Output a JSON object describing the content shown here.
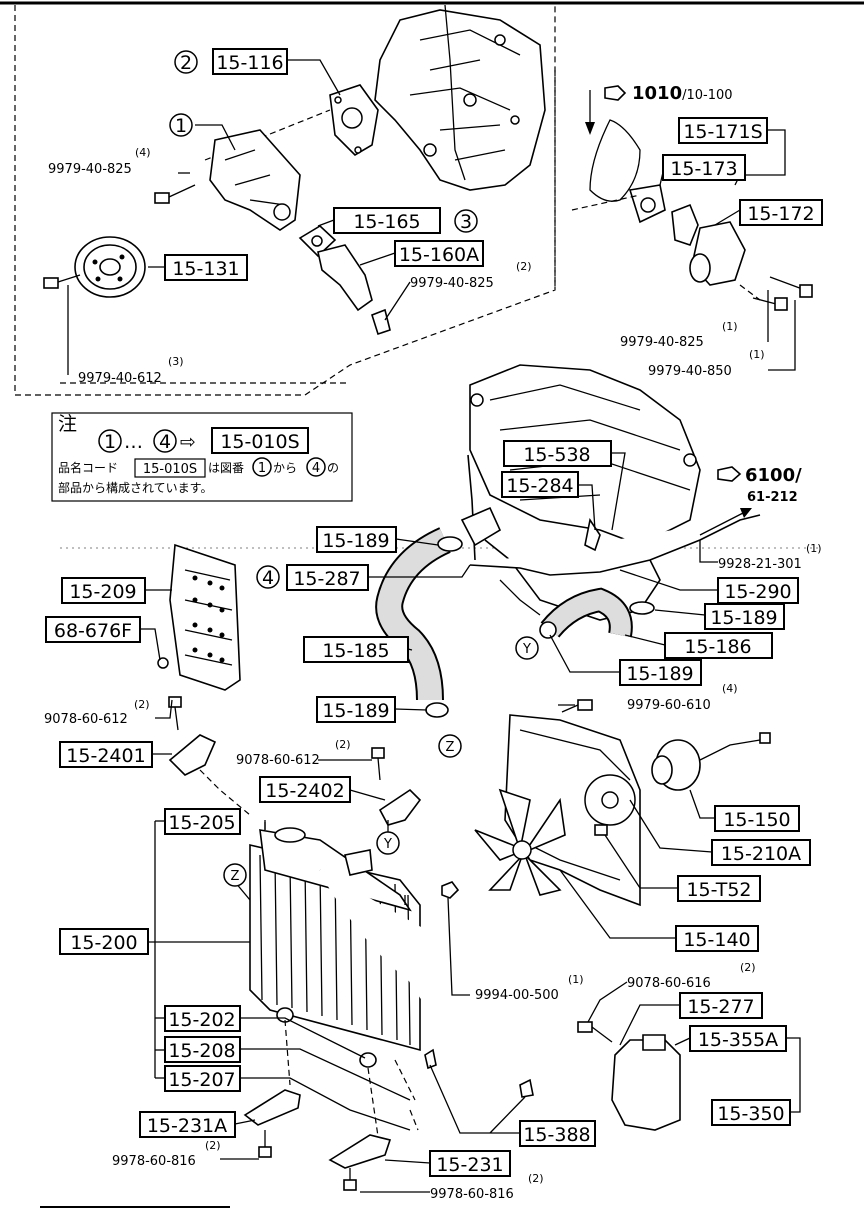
{
  "callouts": {
    "p_15_116": {
      "label": "15-116",
      "ref": "2"
    },
    "p_15_171S": {
      "label": "15-171S"
    },
    "p_15_173": {
      "label": "15-173"
    },
    "p_15_172": {
      "label": "15-172"
    },
    "p_15_165": {
      "label": "15-165",
      "ref": "3"
    },
    "p_15_160A": {
      "label": "15-160A"
    },
    "p_15_131": {
      "label": "15-131"
    },
    "p_15_538": {
      "label": "15-538"
    },
    "p_15_284": {
      "label": "15-284"
    },
    "p_15_189_a": {
      "label": "15-189"
    },
    "p_15_287": {
      "label": "15-287",
      "ref": "4"
    },
    "p_15_290": {
      "label": "15-290"
    },
    "p_15_189_b": {
      "label": "15-189"
    },
    "p_15_186": {
      "label": "15-186"
    },
    "p_15_189_c": {
      "label": "15-189"
    },
    "p_15_185": {
      "label": "15-185"
    },
    "p_15_189_d": {
      "label": "15-189"
    },
    "p_15_209": {
      "label": "15-209"
    },
    "p_68_676F": {
      "label": "68-676F"
    },
    "p_15_2401": {
      "label": "15-2401"
    },
    "p_15_2402": {
      "label": "15-2402"
    },
    "p_15_205": {
      "label": "15-205"
    },
    "p_15_200": {
      "label": "15-200"
    },
    "p_15_202": {
      "label": "15-202"
    },
    "p_15_208": {
      "label": "15-208"
    },
    "p_15_207": {
      "label": "15-207"
    },
    "p_15_231A": {
      "label": "15-231A"
    },
    "p_15_231": {
      "label": "15-231"
    },
    "p_15_388": {
      "label": "15-388"
    },
    "p_15_150": {
      "label": "15-150"
    },
    "p_15_210A": {
      "label": "15-210A"
    },
    "p_15_T52": {
      "label": "15-T52"
    },
    "p_15_140": {
      "label": "15-140"
    },
    "p_15_277": {
      "label": "15-277"
    },
    "p_15_355A": {
      "label": "15-355A"
    },
    "p_15_350": {
      "label": "15-350"
    }
  },
  "bolts": {
    "b1": {
      "code": "9979-40-825",
      "qty": "(4)"
    },
    "b2": {
      "code": "9979-40-825",
      "qty": "(2)"
    },
    "b3": {
      "code": "9979-40-612",
      "qty": "(3)"
    },
    "b4": {
      "code": "9979-40-825",
      "qty": "(1)"
    },
    "b5": {
      "code": "9979-40-850",
      "qty": "(1)"
    },
    "b6": {
      "code": "9928-21-301",
      "qty": "(1)"
    },
    "b7": {
      "code": "9979-60-610",
      "qty": "(4)"
    },
    "b8": {
      "code": "9078-60-612",
      "qty": "(2)"
    },
    "b9": {
      "code": "9078-60-612",
      "qty": "(2)"
    },
    "b10": {
      "code": "9994-00-500",
      "qty": "(1)"
    },
    "b11": {
      "code": "9078-60-616",
      "qty": "(2)"
    },
    "b12": {
      "code": "9978-60-816",
      "qty": "(2)"
    },
    "b13": {
      "code": "9978-60-816",
      "qty": "(2)"
    }
  },
  "refs": {
    "r1010": {
      "main": "1010",
      "sub": "/10-100"
    },
    "r6100": {
      "main": "6100/",
      "sub": "61-212"
    }
  },
  "markers": {
    "one": "1",
    "four": "4",
    "y": "Y",
    "z": "Z"
  },
  "note": {
    "title": "注",
    "range_from": "1",
    "range_sep": "…",
    "range_to": "4",
    "arrow": "⇨",
    "kit": "15-010S",
    "line2_prefix": "品名コード",
    "line2_mid": "は図番",
    "line2_from": "1",
    "line2_kara": "から",
    "line2_to": "4",
    "line2_no": "の",
    "line3": "部品から構成されています。"
  }
}
